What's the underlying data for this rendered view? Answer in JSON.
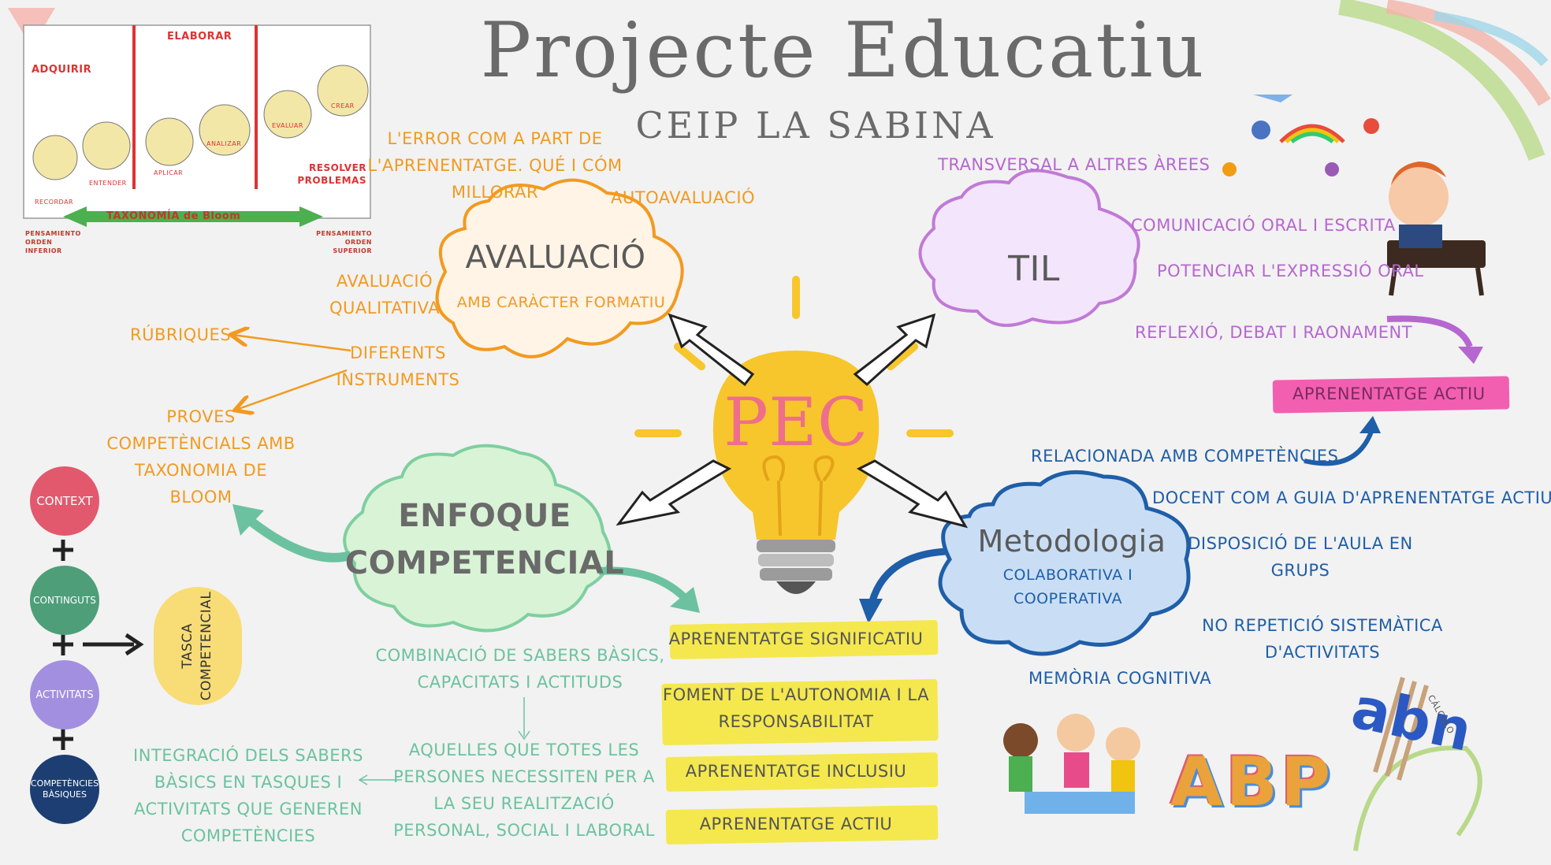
{
  "title": "Projecte Educatiu",
  "subtitle": "CEIP LA SABINA",
  "center": "PEC",
  "colors": {
    "orange": "#f29a1f",
    "purple": "#b667cf",
    "blue": "#1f5ea8",
    "green": "#6cc2a0",
    "yellow": "#f4e84e",
    "pink": "#f25fb1",
    "bulb": "#f6c62c",
    "dark": "#5a5a5a"
  },
  "bloom": {
    "levels": [
      "ADQUIRIR",
      "ELABORAR",
      "RESOLVER PROBLEMAS"
    ],
    "steps": [
      "RECORDAR",
      "ENTENDER",
      "APLICAR",
      "ANALIZAR",
      "EVALUAR",
      "CREAR"
    ],
    "arrow_label": "TAXONOMÍA de Bloom",
    "left_caption": "PENSAMIENTO ORDEN INFERIOR",
    "right_caption": "PENSAMIENTO ORDEN SUPERIOR"
  },
  "avaluacio": {
    "title": "AVALUACIÓ",
    "sub": "AMB CARÀCTER FORMATIU",
    "error_1": "L'ERROR COM A PART DE",
    "error_2": "L'APRENENTATGE. QUÉ I CÓM",
    "error_3": "MILLORAR",
    "autoavaluacio": "AUTOAVALUACIÓ",
    "qualitativa_1": "AVALUACIÓ",
    "qualitativa_2": "QUALITATIVA",
    "instruments_1": "DIFERENTS",
    "instruments_2": "INSTRUMENTS",
    "rubriques": "RÚBRIQUES",
    "proves_1": "PROVES",
    "proves_2": "COMPETÈNCIALS AMB",
    "proves_3": "TAXONOMIA DE",
    "proves_4": "BLOOM"
  },
  "til": {
    "title": "TIL",
    "transversal": "TRANSVERSAL A ALTRES ÀREES",
    "comunicacio": "COMUNICACIÓ ORAL I ESCRITA",
    "potenciar": "POTENCIAR L'EXPRESSIÓ ORAL",
    "reflexio": "REFLEXIÓ, DEBAT I RAONAMENT",
    "aprenentatge_actiu": "APRENENTATGE ACTIU"
  },
  "metodologia": {
    "title": "Metodologia",
    "sub_1": "COLABORATIVA I",
    "sub_2": "COOPERATIVA",
    "relacionada": "RELACIONADA AMB COMPETÈNCIES",
    "docent": "DOCENT COM A GUIA D'APRENENTATGE ACTIU",
    "disposicio_1": "DISPOSICIÓ DE L'AULA EN",
    "disposicio_2": "GRUPS",
    "repeticio_1": "NO REPETICIÓ SISTEMÀTICA",
    "repeticio_2": "D'ACTIVITATS",
    "memoria": "MEMÒRIA COGNITIVA"
  },
  "enfoque": {
    "title_1": "ENFOQUE",
    "title_2": "COMPETENCIAL",
    "combinacio_1": "COMBINACIÓ DE SABERS BÀSICS,",
    "combinacio_2": "CAPACITATS I ACTITUDS",
    "aquelles_1": "AQUELLES QUE TOTES LES",
    "aquelles_2": "PERSONES NECESSITEN PER A",
    "aquelles_3": "LA SEU REALITZACIÓ",
    "aquelles_4": "PERSONAL, SOCIAL I LABORAL",
    "integracio_1": "INTEGRACIÓ DELS SABERS",
    "integracio_2": "BÀSICS EN TASQUES I",
    "integracio_3": "ACTIVITATS QUE GENEREN",
    "integracio_4": "COMPETÈNCIES"
  },
  "center_items": [
    "APRENENTATGE SIGNIFICATIU",
    "FOMENT DE L'AUTONOMIA I LA",
    "RESPONSABILITAT",
    "APRENENTATGE INCLUSIU",
    "APRENENTATGE ACTIU"
  ],
  "circles": [
    "CONTEXT",
    "CONTINGUTS",
    "ACTIVITATS",
    "COMPETÈNCIES BÀSIQUES"
  ],
  "tasca_1": "TASCA",
  "tasca_2": "COMPETENCIAL",
  "abp": "ABP",
  "abn": "abn",
  "abn_small": "CÁLCULO"
}
